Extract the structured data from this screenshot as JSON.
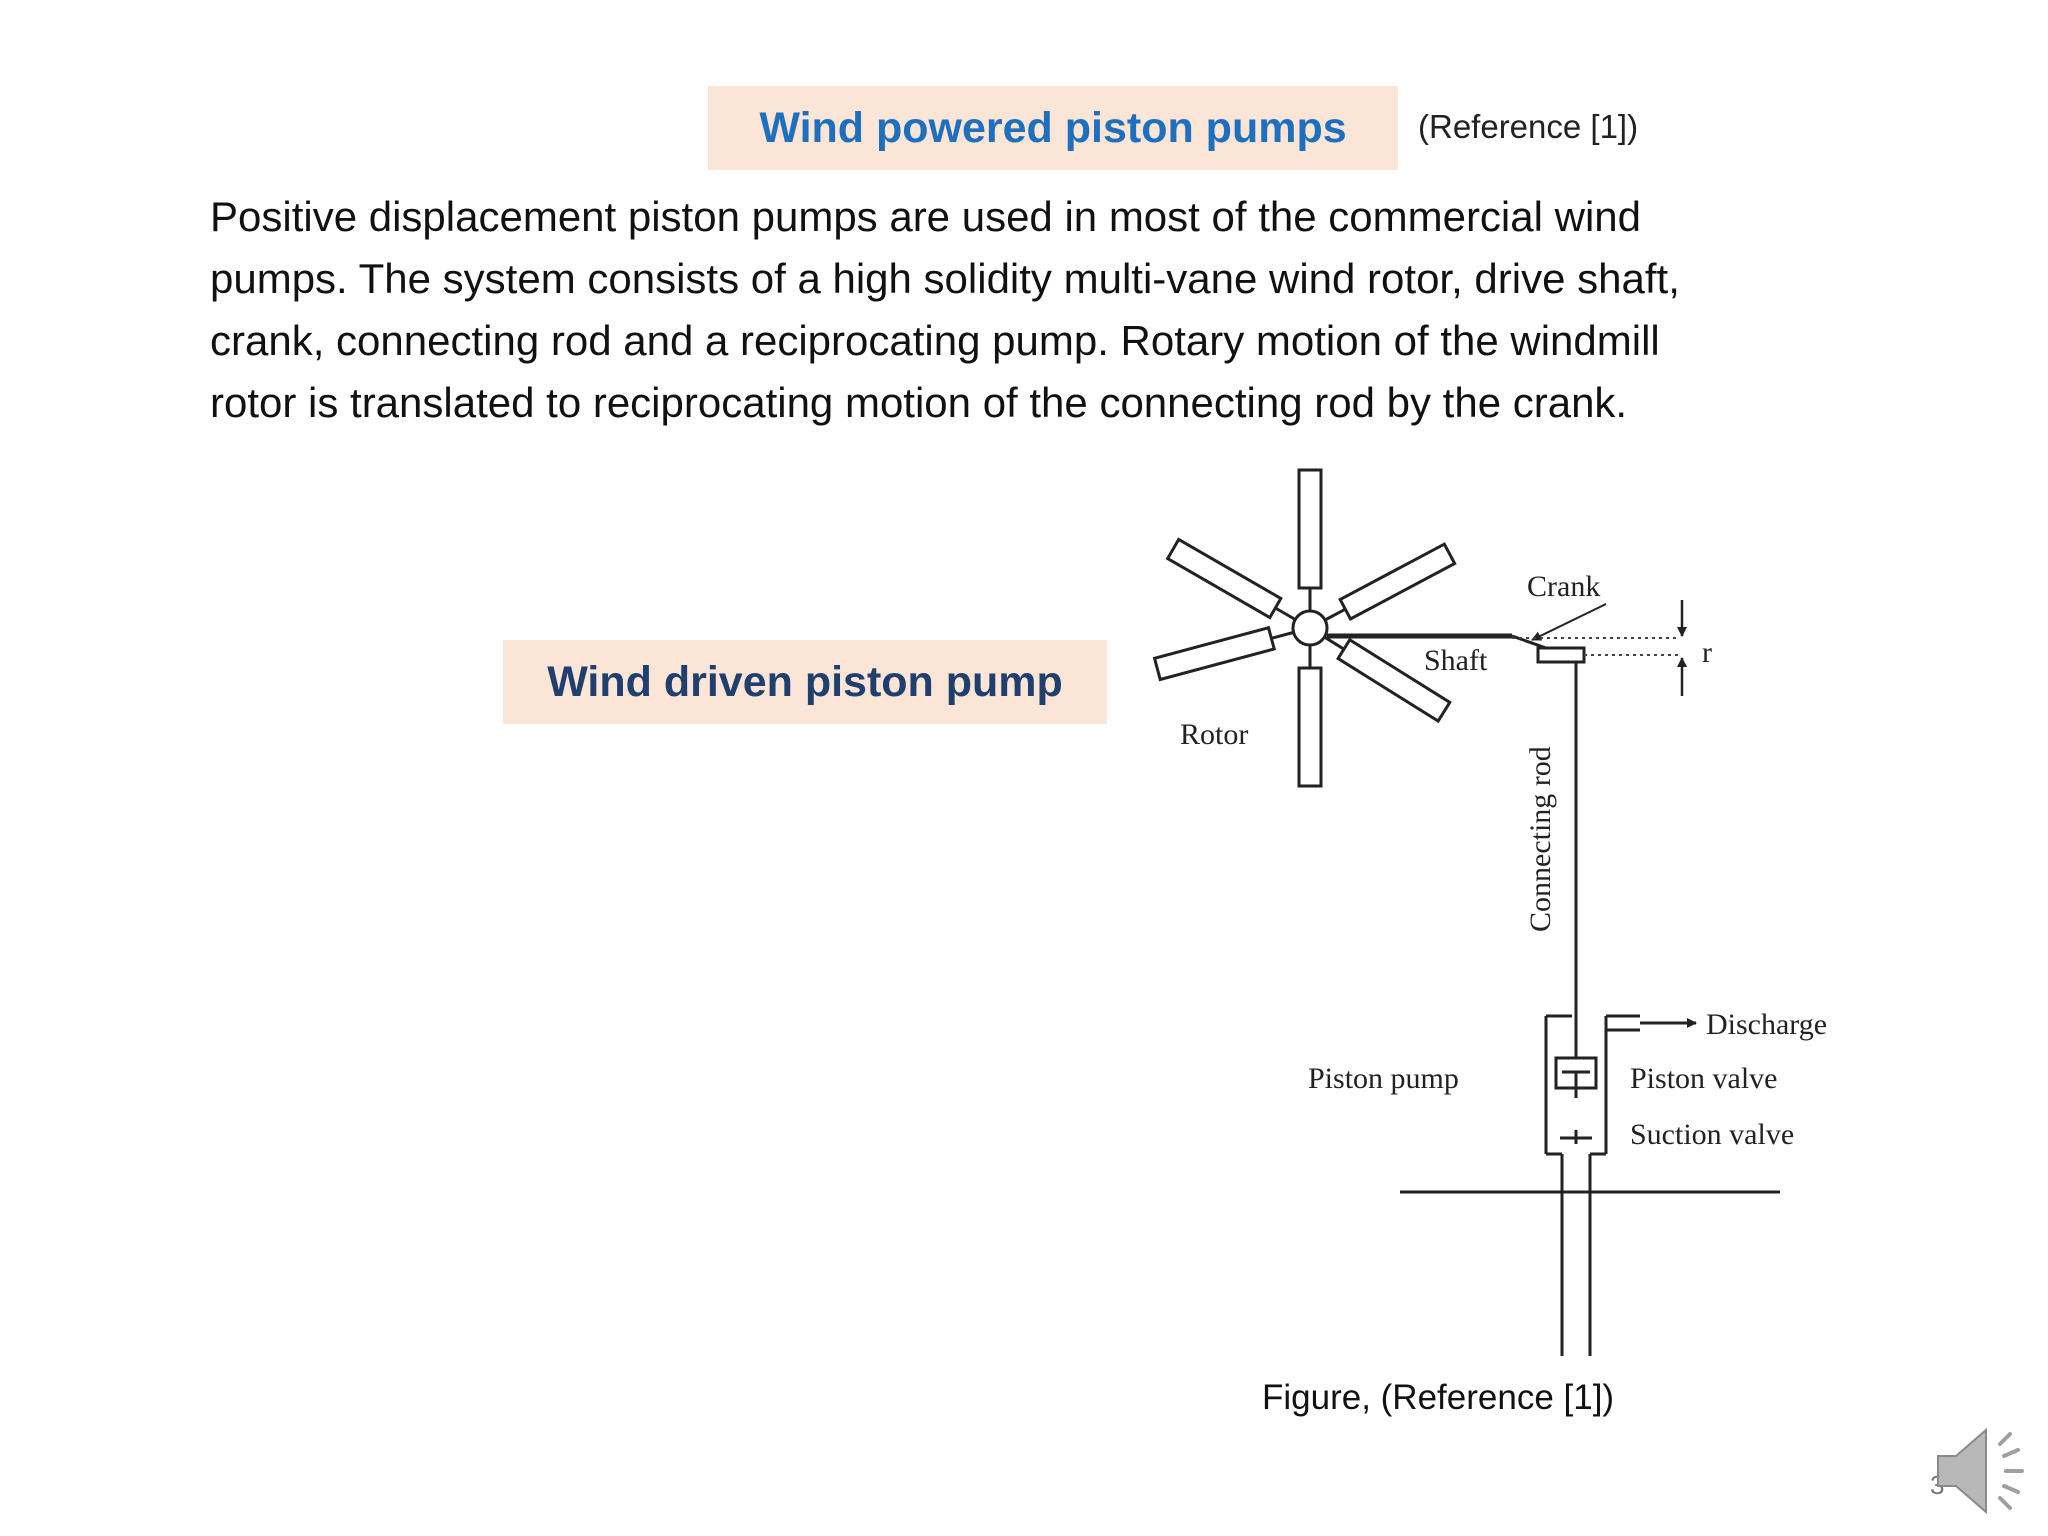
{
  "slide": {
    "title": "Wind powered piston pumps",
    "reference": "(Reference [1])",
    "paragraph_lines": [
      "Positive displacement piston pumps are used in most of the commercial wind",
      "pumps. The system consists of a high solidity multi-vane wind rotor, drive shaft,",
      "crank, connecting rod and a reciprocating pump. Rotary motion of the windmill",
      "rotor is translated to reciprocating motion of the connecting rod by the crank."
    ],
    "subtitle": "Wind driven piston pump",
    "figure_caption": "Figure, (Reference [1])",
    "slide_number": "3"
  },
  "diagram": {
    "labels": {
      "crank": "Crank",
      "shaft": "Shaft",
      "r": "r",
      "rotor": "Rotor",
      "connecting_rod": "Connecting rod",
      "discharge": "Discharge",
      "piston_pump": "Piston pump",
      "piston_valve": "Piston valve",
      "suction_valve": "Suction valve"
    }
  },
  "icons": {
    "audio": "speaker-icon"
  },
  "colors": {
    "title": "#1f6fbf",
    "subtitle": "#1f3f6e",
    "highlight_bg": "#fbe5d6"
  }
}
